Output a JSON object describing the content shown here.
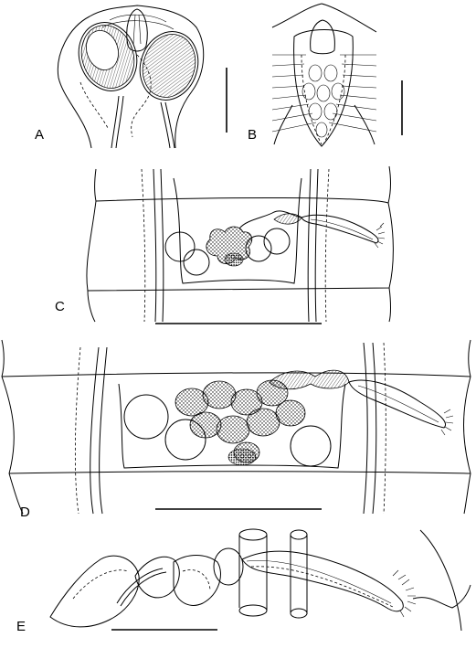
{
  "panels": [
    {
      "id": "A",
      "label": "A"
    },
    {
      "id": "B",
      "label": "B"
    },
    {
      "id": "C",
      "label": "C"
    },
    {
      "id": "D",
      "label": "D"
    },
    {
      "id": "E",
      "label": "E"
    }
  ],
  "colors": {
    "ink": "#000000",
    "background": "#ffffff"
  }
}
